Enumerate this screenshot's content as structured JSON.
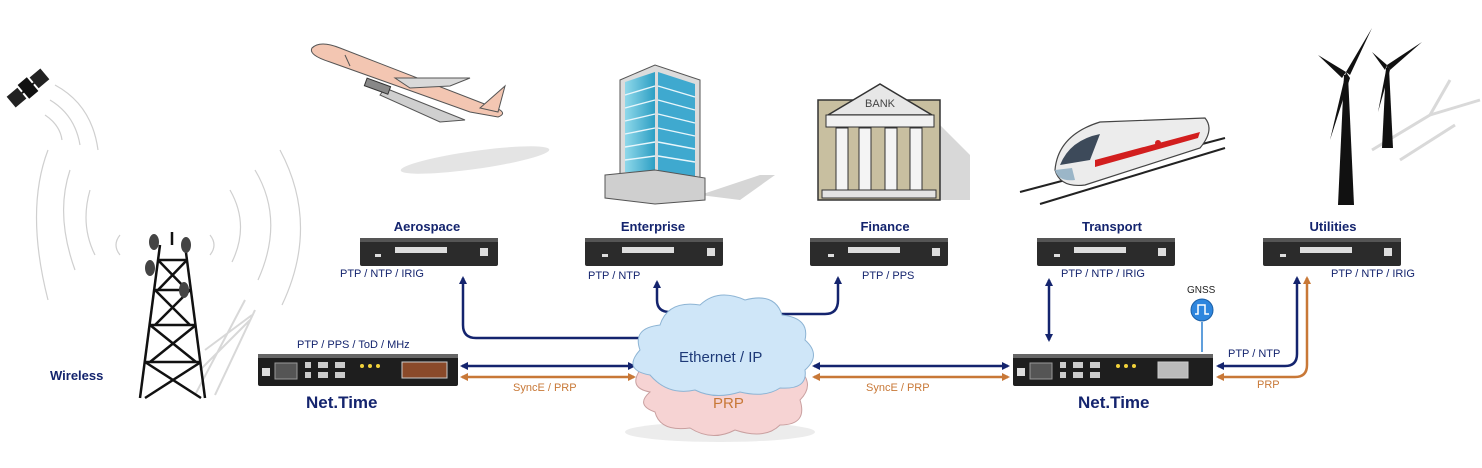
{
  "sectors": {
    "aerospace": {
      "label": "Aerospace",
      "protocols": "PTP / NTP / IRIG"
    },
    "enterprise": {
      "label": "Enterprise",
      "protocols": "PTP / NTP"
    },
    "finance": {
      "label": "Finance",
      "protocols": "PTP / PPS"
    },
    "transport": {
      "label": "Transport",
      "protocols": "PTP / NTP / IRIG"
    },
    "utilities": {
      "label": "Utilities",
      "protocols": "PTP / NTP / IRIG"
    }
  },
  "wireless": {
    "label": "Wireless"
  },
  "bank_sign": "BANK",
  "left_device": {
    "name": "Net.Time",
    "outputs": "PTP / PPS / ToD / MHz"
  },
  "right_device": {
    "name": "Net.Time"
  },
  "gnss_label": "GNSS",
  "cloud": {
    "top": "Ethernet / IP",
    "bottom": "PRP"
  },
  "links": {
    "left_sync": "SyncE / PRP",
    "right_sync": "SyncE / PRP",
    "utilities_ptp": "PTP / NTP",
    "utilities_prp": "PRP"
  },
  "colors": {
    "navy": "#14246e",
    "orange": "#c87837",
    "cloud_blue": "#cfe6f8",
    "cloud_pink": "#f6d3d3"
  }
}
